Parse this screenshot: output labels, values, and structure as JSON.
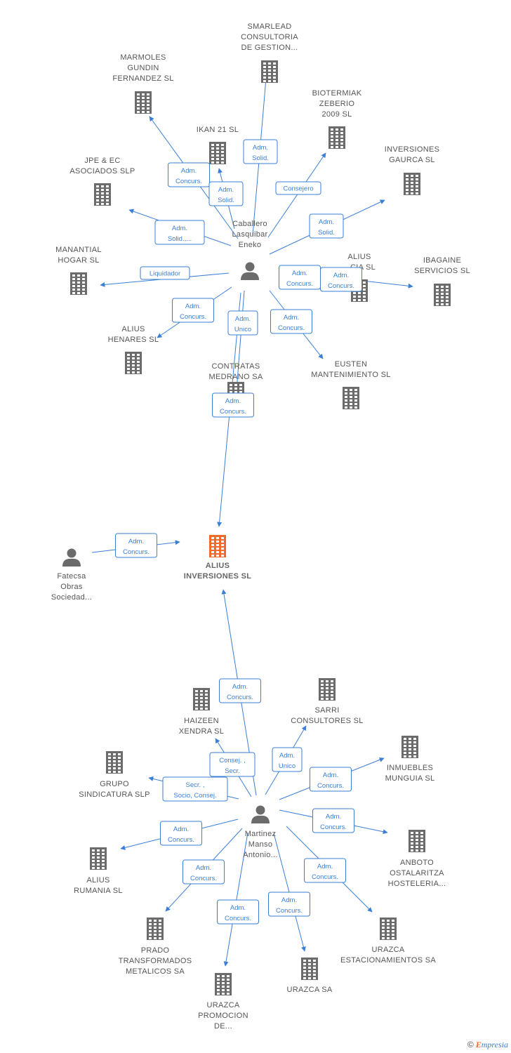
{
  "nodes": [
    {
      "id": "alius_inversiones",
      "type": "company",
      "focus": true,
      "lines": [
        "ALIUS",
        "INVERSIONES SL"
      ]
    },
    {
      "id": "caballero",
      "type": "person",
      "lines": [
        "Caballero",
        "Lasquibar",
        "Eneko"
      ]
    },
    {
      "id": "martinez",
      "type": "person",
      "lines": [
        "Martinez",
        "Manso",
        "Antonio..."
      ]
    },
    {
      "id": "fatecsa",
      "type": "person",
      "lines": [
        "Fatecsa",
        "Obras",
        "Sociedad..."
      ]
    },
    {
      "id": "smarlead",
      "type": "company",
      "lines": [
        "SMARLEAD",
        "CONSULTORIA",
        "DE GESTION..."
      ]
    },
    {
      "id": "marmoles",
      "type": "company",
      "lines": [
        "MARMOLES",
        "GUNDIN",
        "FERNANDEZ SL"
      ]
    },
    {
      "id": "ikan21",
      "type": "company",
      "lines": [
        "IKAN 21 SL"
      ]
    },
    {
      "id": "biotermiak",
      "type": "company",
      "lines": [
        "BIOTERMIAK",
        "ZEBERIO",
        "2009 SL"
      ]
    },
    {
      "id": "jpe",
      "type": "company",
      "lines": [
        "JPE & EC",
        "ASOCIADOS SLP"
      ]
    },
    {
      "id": "gaurca",
      "type": "company",
      "lines": [
        "INVERSIONES",
        "GAURCA SL"
      ]
    },
    {
      "id": "manantial",
      "type": "company",
      "lines": [
        "MANANTIAL",
        "HOGAR SL"
      ]
    },
    {
      "id": "alius_cia",
      "type": "company",
      "lines": [
        "ALIUS",
        "...CIA SL"
      ]
    },
    {
      "id": "ibagaine",
      "type": "company",
      "lines": [
        "IBAGAINE",
        "SERVICIOS SL"
      ]
    },
    {
      "id": "alius_henares",
      "type": "company",
      "lines": [
        "ALIUS",
        "HENARES SL"
      ]
    },
    {
      "id": "contratas",
      "type": "company",
      "lines": [
        "CONTRATAS",
        "MEDRANO SA"
      ]
    },
    {
      "id": "eusten",
      "type": "company",
      "lines": [
        "EUSTEN",
        "MANTENIMIENTO SL"
      ]
    },
    {
      "id": "haizeen",
      "type": "company",
      "lines": [
        "HAIZEEN",
        "XENDRA SL"
      ]
    },
    {
      "id": "sarri",
      "type": "company",
      "lines": [
        "SARRI",
        "CONSULTORES SL"
      ]
    },
    {
      "id": "grupo",
      "type": "company",
      "lines": [
        "GRUPO",
        "SINDICATURA SLP"
      ]
    },
    {
      "id": "inmuebles",
      "type": "company",
      "lines": [
        "INMUEBLES",
        "MUNGUIA SL"
      ]
    },
    {
      "id": "anboto",
      "type": "company",
      "lines": [
        "ANBOTO",
        "OSTALARITZA",
        "HOSTELERIA..."
      ]
    },
    {
      "id": "alius_rumania",
      "type": "company",
      "lines": [
        "ALIUS",
        "RUMANIA SL"
      ]
    },
    {
      "id": "prado",
      "type": "company",
      "lines": [
        "PRADO",
        "TRANSFORMADOS",
        "METALICOS SA"
      ]
    },
    {
      "id": "urazca_est",
      "type": "company",
      "lines": [
        "URAZCA",
        "ESTACIONAMIENTOS SA"
      ]
    },
    {
      "id": "urazca_prom",
      "type": "company",
      "lines": [
        "URAZCA",
        "PROMOCION",
        "DE..."
      ]
    },
    {
      "id": "urazca_sa",
      "type": "company",
      "lines": [
        "URAZCA SA"
      ]
    }
  ],
  "edges": [
    {
      "from": "caballero",
      "to": "smarlead",
      "label": [
        "Adm.",
        "Solid."
      ]
    },
    {
      "from": "caballero",
      "to": "marmoles",
      "label": [
        "Adm.",
        "Concurs."
      ]
    },
    {
      "from": "caballero",
      "to": "ikan21",
      "label": [
        "Adm.",
        "Solid."
      ]
    },
    {
      "from": "caballero",
      "to": "biotermiak",
      "label": [
        "Consejero"
      ]
    },
    {
      "from": "caballero",
      "to": "jpe",
      "label": [
        "Adm.",
        "Solid.,..."
      ]
    },
    {
      "from": "caballero",
      "to": "gaurca",
      "label": [
        "Adm.",
        "Solid."
      ]
    },
    {
      "from": "caballero",
      "to": "manantial",
      "label": [
        "Liquidador"
      ]
    },
    {
      "from": "caballero",
      "to": "alius_cia",
      "label": [
        "Adm.",
        "Concurs."
      ]
    },
    {
      "from": "caballero",
      "to": "ibagaine",
      "label": [
        "Adm.",
        "Concurs."
      ]
    },
    {
      "from": "caballero",
      "to": "alius_henares",
      "label": [
        "Adm.",
        "Concurs."
      ]
    },
    {
      "from": "caballero",
      "to": "contratas",
      "label": [
        "Adm.",
        "Unico"
      ]
    },
    {
      "from": "caballero",
      "to": "eusten",
      "label": [
        "Adm.",
        "Concurs."
      ]
    },
    {
      "from": "caballero",
      "to": "alius_inversiones",
      "label": [
        "Adm.",
        "Concurs."
      ]
    },
    {
      "from": "fatecsa",
      "to": "alius_inversiones",
      "label": [
        "Adm.",
        "Concurs."
      ]
    },
    {
      "from": "martinez",
      "to": "alius_inversiones",
      "label": [
        "Adm.",
        "Concurs."
      ]
    },
    {
      "from": "martinez",
      "to": "haizeen",
      "label": [
        "Consej. ,",
        "Secr."
      ]
    },
    {
      "from": "martinez",
      "to": "sarri",
      "label": [
        "Adm.",
        "Unico"
      ]
    },
    {
      "from": "martinez",
      "to": "grupo",
      "label": [
        "Secr. ,",
        "Socio, Consej."
      ]
    },
    {
      "from": "martinez",
      "to": "inmuebles",
      "label": [
        "Adm.",
        "Concurs."
      ]
    },
    {
      "from": "martinez",
      "to": "anboto",
      "label": [
        "Adm.",
        "Concurs."
      ]
    },
    {
      "from": "martinez",
      "to": "alius_rumania",
      "label": [
        "Adm.",
        "Concurs."
      ]
    },
    {
      "from": "martinez",
      "to": "prado",
      "label": [
        "Adm.",
        "Concurs."
      ]
    },
    {
      "from": "martinez",
      "to": "urazca_est",
      "label": [
        "Adm.",
        "Concurs."
      ]
    },
    {
      "from": "martinez",
      "to": "urazca_prom",
      "label": [
        "Adm.",
        "Concurs."
      ]
    },
    {
      "from": "martinez",
      "to": "urazca_sa",
      "label": [
        "Adm.",
        "Concurs."
      ]
    }
  ],
  "colors": {
    "edge": "#3a7fd5",
    "node_icon": "#6b6b6b",
    "focus_icon": "#f26b2d",
    "label": "#555555"
  },
  "footer": {
    "copyright": "©",
    "brand_first": "E",
    "brand_rest": "mpresia"
  }
}
